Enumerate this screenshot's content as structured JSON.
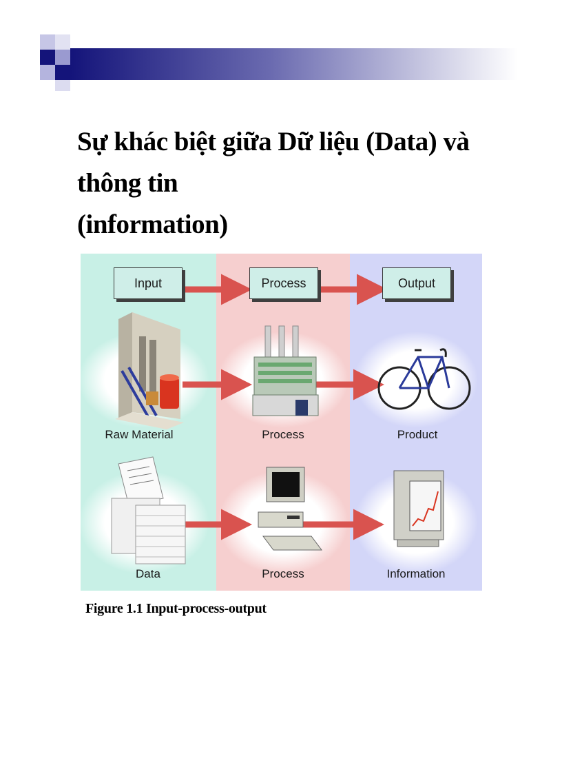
{
  "slide": {
    "title_line1": "Sự khác biệt giữa Dữ liệu (Data) và thông tin",
    "title_line2": "(information)"
  },
  "diagram": {
    "column_headers": [
      "Input",
      "Process",
      "Output"
    ],
    "row1_labels": [
      "Raw Material",
      "Process",
      "Product"
    ],
    "row2_labels": [
      "Data",
      "Process",
      "Information"
    ],
    "colors": {
      "input_panel": "#c8f0e6",
      "process_panel": "#f6cfcf",
      "output_panel": "#d3d6f8",
      "arrow": "#d9534f",
      "header_accent": "#1f1f8f"
    }
  },
  "caption": "Figure 1.1 Input-process-output"
}
